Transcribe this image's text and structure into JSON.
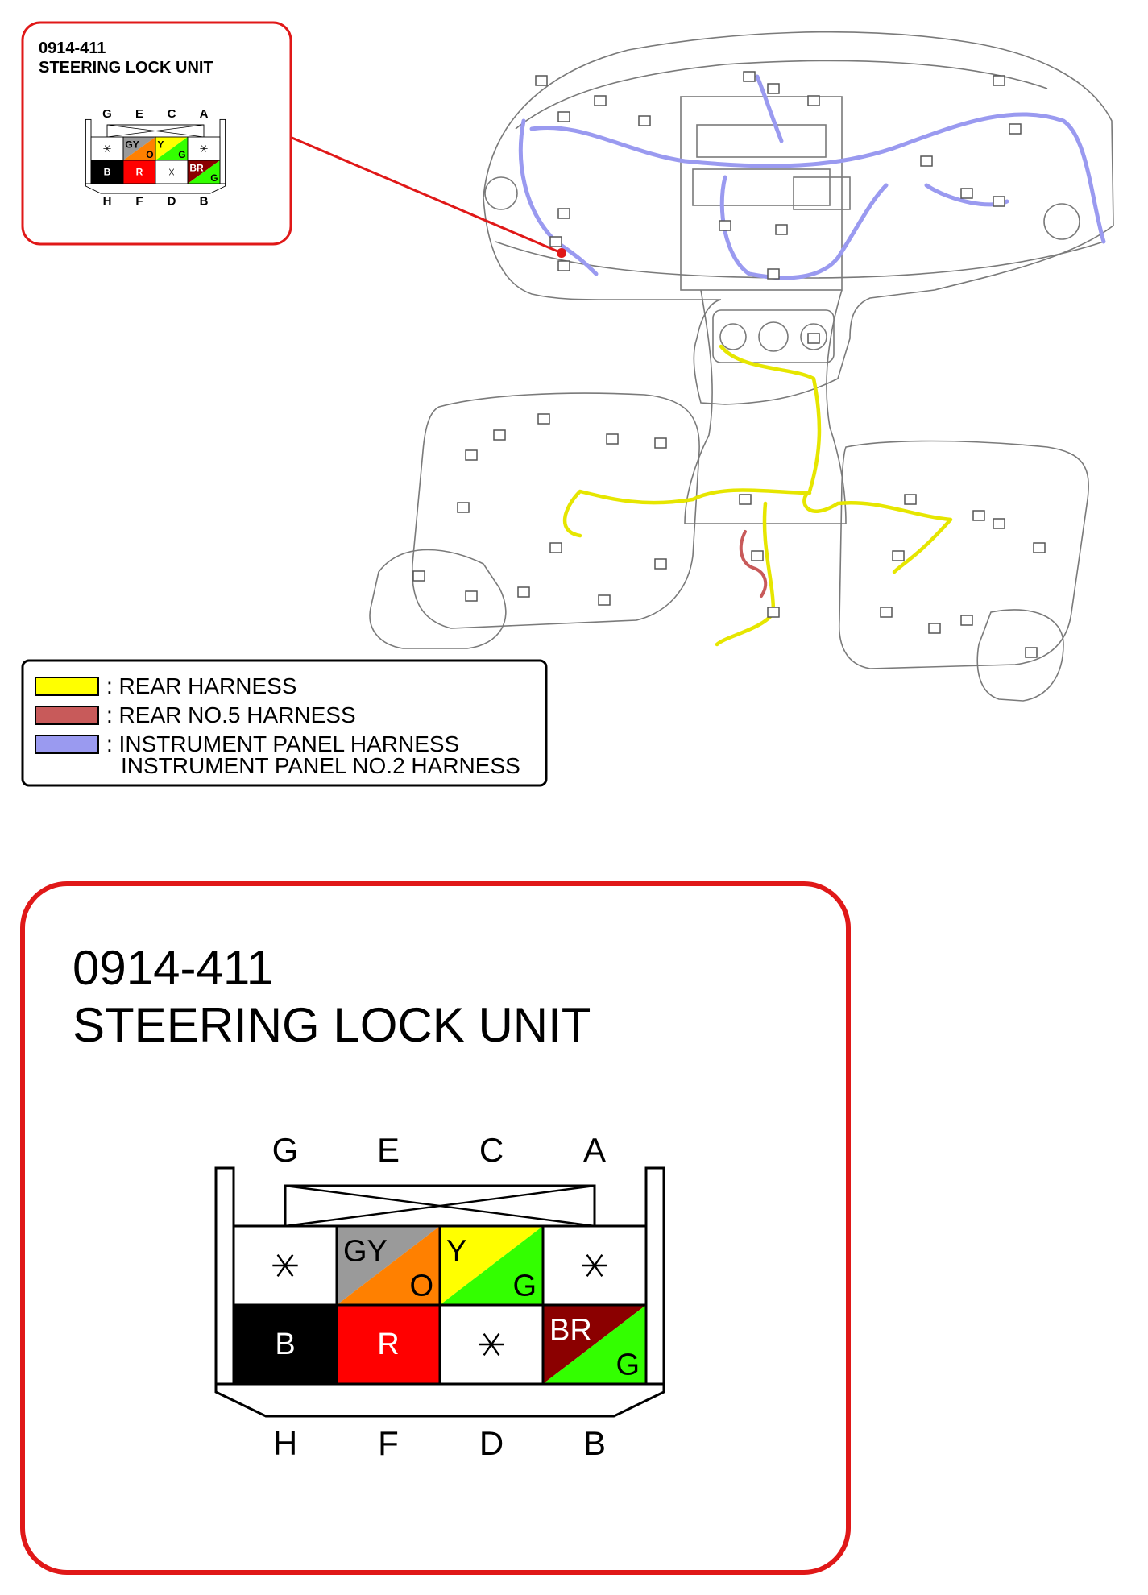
{
  "connector": {
    "code": "0914-411",
    "name": "STEERING LOCK UNIT",
    "pins_top": [
      "G",
      "E",
      "C",
      "A"
    ],
    "pins_bottom": [
      "H",
      "F",
      "D",
      "B"
    ],
    "row_top": [
      {
        "type": "empty",
        "label": "*"
      },
      {
        "type": "split",
        "c1": "#9a9a9a",
        "c2": "#ff8000",
        "l1": "GY",
        "l2": "O"
      },
      {
        "type": "split",
        "c1": "#ffff00",
        "c2": "#33ff00",
        "l1": "Y",
        "l2": "G"
      },
      {
        "type": "empty",
        "label": "*"
      }
    ],
    "row_bottom": [
      {
        "type": "solid",
        "c1": "#000000",
        "l1": "B",
        "text": "#ffffff"
      },
      {
        "type": "solid",
        "c1": "#ff0000",
        "l1": "R",
        "text": "#ffffff"
      },
      {
        "type": "empty",
        "label": "*"
      },
      {
        "type": "split",
        "c1": "#8b0000",
        "c2": "#33ff00",
        "l1": "BR",
        "l2": "G"
      }
    ]
  },
  "legend": {
    "items": [
      {
        "color": "#ffff00",
        "label": ": REAR HARNESS"
      },
      {
        "color": "#c85a5a",
        "label": ": REAR NO.5 HARNESS"
      },
      {
        "color": "#9a9af0",
        "label": ": INSTRUMENT PANEL HARNESS"
      }
    ],
    "extra_line": "INSTRUMENT PANEL NO.2 HARNESS"
  },
  "colors": {
    "callout_border": "#e01818",
    "rear_harness": "#ffff00",
    "rear_no5_harness": "#c85a5a",
    "instrument_panel_harness": "#9a9af0",
    "outline": "#7a7a7a"
  },
  "icons": {
    "unused_pin": "asterisk-icon",
    "connector": "connector-housing-icon"
  }
}
